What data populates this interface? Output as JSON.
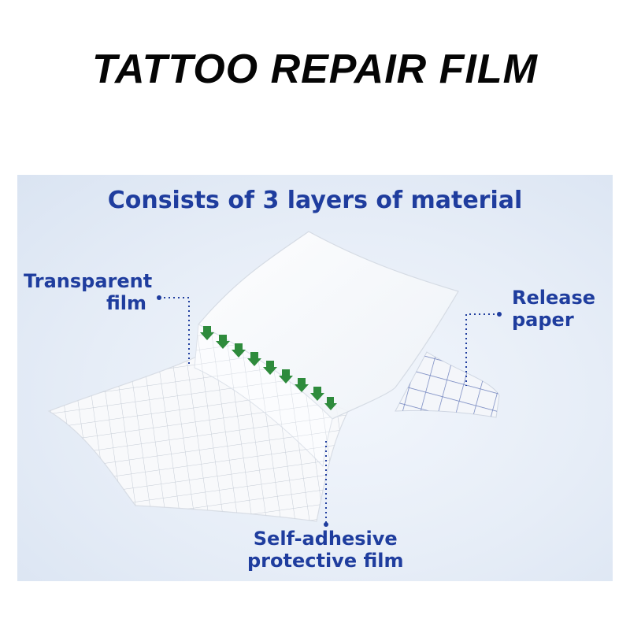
{
  "title": "TATTOO REPAIR FILM",
  "diagram": {
    "subtitle": "Consists of 3 layers of material",
    "labels": {
      "transparent_film": [
        "Transparent",
        "film"
      ],
      "release_paper": [
        "Release",
        "paper"
      ],
      "self_adhesive": [
        "Self-adhesive",
        "protective film"
      ]
    },
    "colors": {
      "label_blue": "#1f3d9e",
      "arrow_green": "#2e8b3c",
      "grid_gray": "#c9cfd8"
    }
  }
}
